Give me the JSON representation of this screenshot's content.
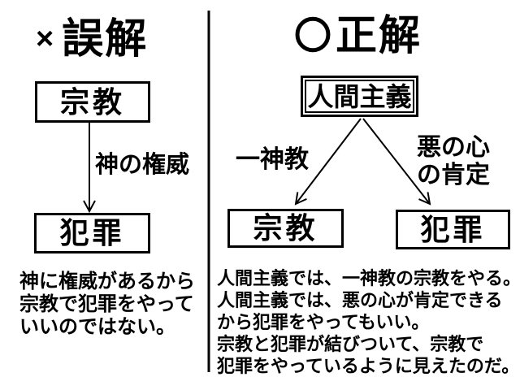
{
  "colors": {
    "ink": "#000000",
    "background": "#ffffff"
  },
  "left_panel": {
    "heading_mark": "×",
    "heading_label": "誤解",
    "top_box_label": "宗教",
    "arrow_label": "神の権威",
    "bottom_box_label": "犯罪",
    "note_lines": [
      "神に権威があるから",
      "宗教で犯罪をやって",
      "いいのではない。"
    ]
  },
  "right_panel": {
    "heading_mark": "〇",
    "heading_label": "正解",
    "top_box_label": "人間主義",
    "left_arrow_label": "一神教",
    "right_arrow_label_lines": [
      "悪の心",
      "の肯定"
    ],
    "left_box_label": "宗教",
    "right_box_label": "犯罪",
    "note_lines": [
      "人間主義では、一神教の宗教をやる。",
      "人間主義では、悪の心が肯定できる",
      "から犯罪をやってもいい。",
      "宗教と犯罪が結びついて、宗教で",
      "犯罪をやっているように見えたのだ。"
    ]
  }
}
